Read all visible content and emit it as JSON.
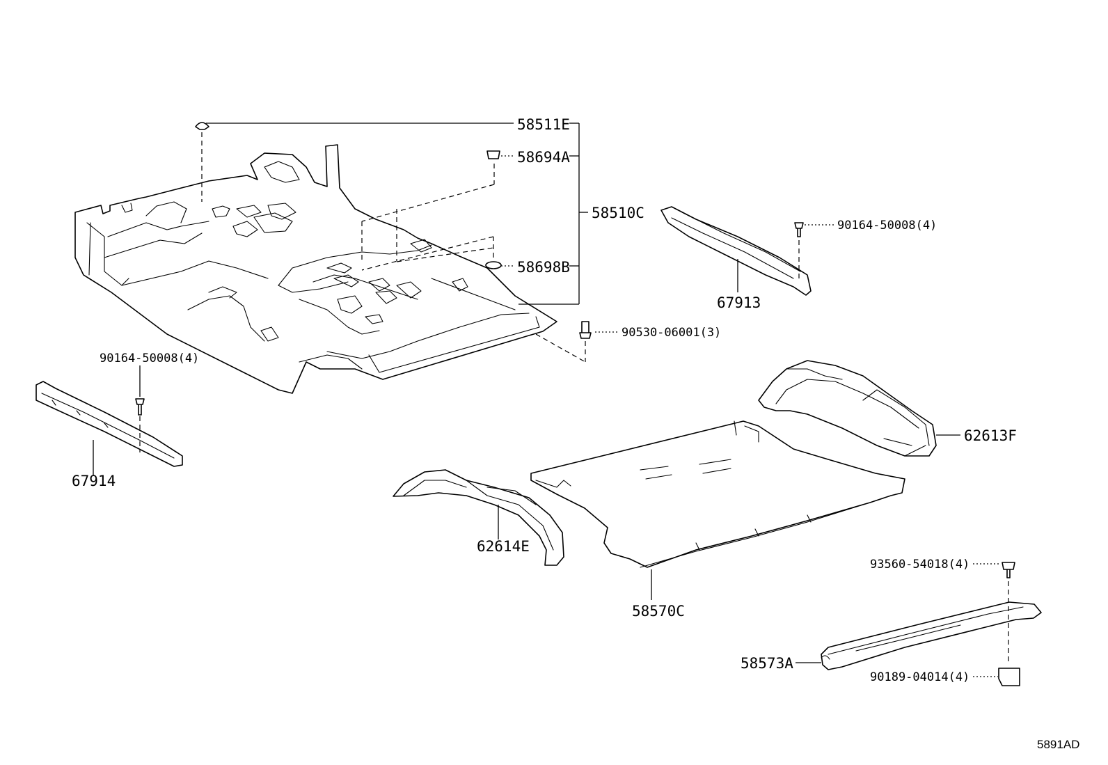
{
  "parts": {
    "p58511E": "58511E",
    "p58694A": "58694A",
    "p58510C": "58510C",
    "p58698B": "58698B",
    "p90164_right": "90164-50008(4)",
    "p67913": "67913",
    "p90530": "90530-06001(3)",
    "p90164_left": "90164-50008(4)",
    "p67914": "67914",
    "p62613F": "62613F",
    "p62614E": "62614E",
    "p58570C": "58570C",
    "p93560": "93560-54018(4)",
    "p58573A": "58573A",
    "p90189": "90189-04014(4)"
  },
  "diagram_code": "5891AD"
}
